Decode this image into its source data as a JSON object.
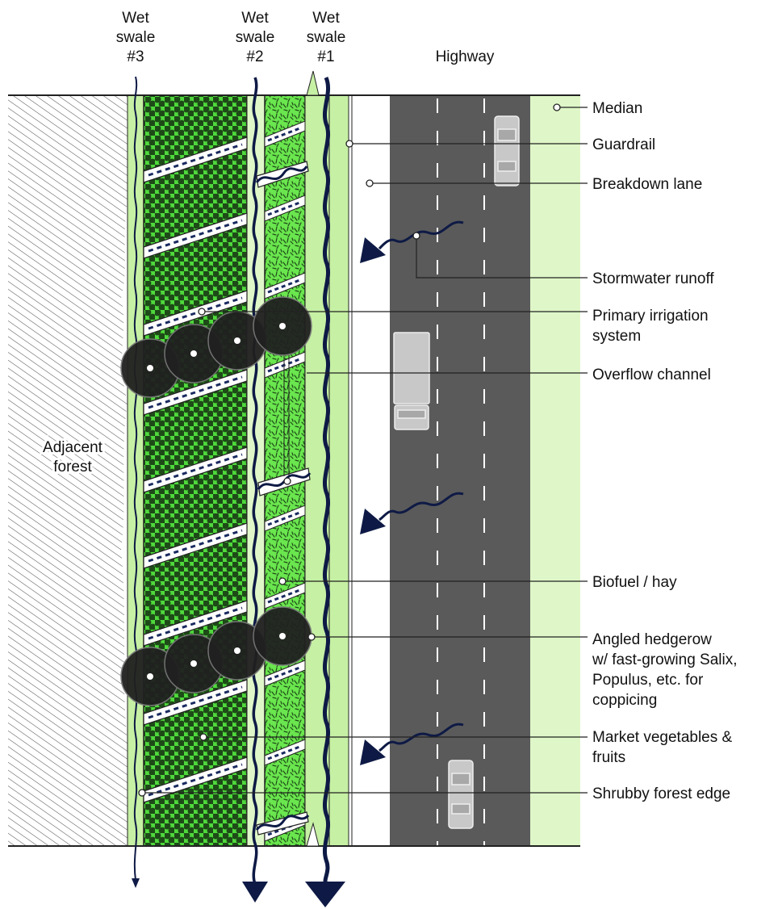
{
  "headers": {
    "swale3": [
      "Wet",
      "swale",
      "#3"
    ],
    "swale2": [
      "Wet",
      "swale",
      "#2"
    ],
    "swale1": [
      "Wet",
      "swale",
      "#1"
    ],
    "highway": "Highway"
  },
  "forest_label": [
    "Adjacent",
    "forest"
  ],
  "callouts": {
    "median": [
      "Median"
    ],
    "guardrail": [
      "Guardrail"
    ],
    "breakdown_lane": [
      "Breakdown lane"
    ],
    "stormwater_runoff": [
      "Stormwater runoff"
    ],
    "primary_irrigation": [
      "Primary irrigation",
      "system"
    ],
    "overflow_channel": [
      "Overflow channel"
    ],
    "biofuel_hay": [
      "Biofuel / hay"
    ],
    "angled_hedgerow": [
      "Angled hedgerow",
      "w/ fast-growing Salix,",
      "Populus, etc. for",
      "coppicing"
    ],
    "market_vegetables": [
      "Market vegetables &",
      "fruits"
    ],
    "shrubby_forest_edge": [
      "Shrubby forest edge"
    ]
  },
  "colors": {
    "light_green": "#dff7c8",
    "pale_green": "#c6f0a4",
    "bright_green": "#49d63a",
    "dots": "#1e4a18",
    "road": "#5a5a5a",
    "navy": "#0e1a45",
    "tree": "#202020"
  }
}
